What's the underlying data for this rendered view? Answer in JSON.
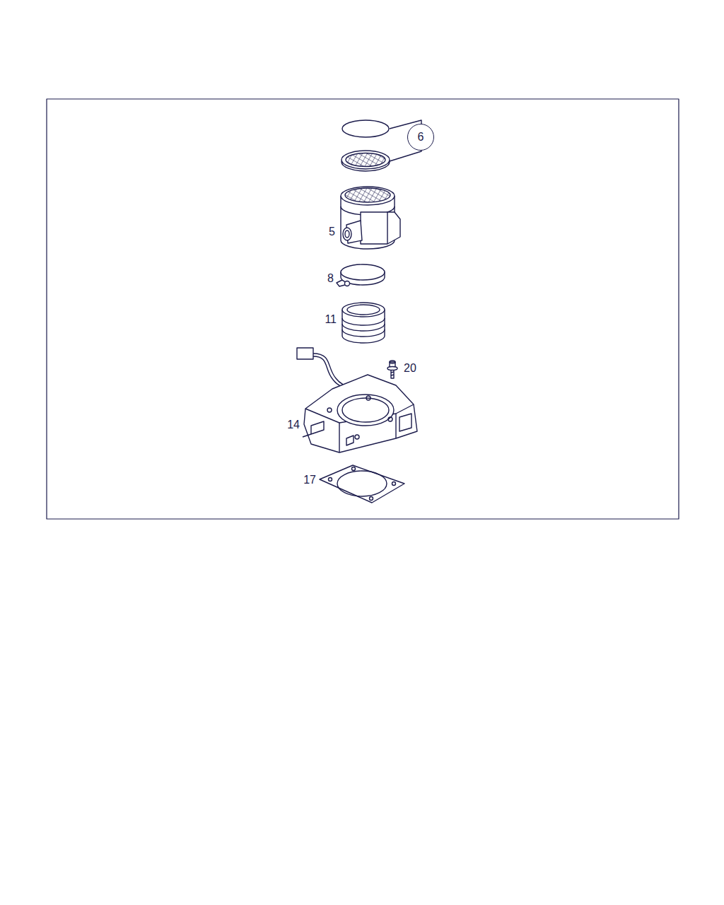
{
  "diagram": {
    "nodes": [
      {
        "text": [
          "6"
        ]
      }
    ],
    "labels": [
      "5",
      "8",
      "11",
      "20",
      "14",
      "17"
    ]
  }
}
